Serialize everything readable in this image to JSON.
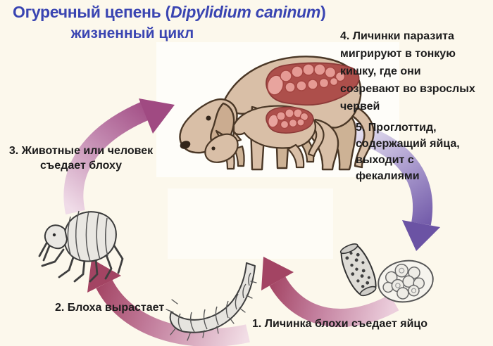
{
  "title": {
    "prefix": "Огуречный цепень (",
    "latin": "Dipylidium caninum",
    "suffix": ")",
    "subtitle": "жизненный цикл"
  },
  "steps": {
    "step1": "1. Личинка блохи съедает яйцо",
    "step2": "2. Блоха вырастает",
    "step3": "3. Животные или человек\nсъедает блоху",
    "step4": "4. Личинки паразита\nмигрируют в тонкую\nкишку, где они\nсозревают во взрослых\nчервей",
    "step5": "5. Проглоттид,\nсодержащий яйца,\nвыходит с\nфекалиями"
  },
  "figures": {
    "dog": "dog-host-illustration",
    "cat": "cat-host-illustration",
    "flea": "adult-flea-illustration",
    "larva": "flea-larva-illustration",
    "proglottid": "proglottid-illustration",
    "egg_packet": "egg-packet-illustration",
    "arrows": [
      "arrow-flea-to-host",
      "arrow-host-to-eggs",
      "arrow-eggs-to-larva",
      "arrow-larva-to-flea"
    ]
  },
  "colors": {
    "background": "#fcf8ec",
    "title_blue": "#3a45b2",
    "label_black": "#1c1c1c",
    "arrow_magenta_head": "#a04a82",
    "arrow_crimson_head": "#a34463",
    "arrow_purple_head": "#7058a8",
    "animal_tan": "#d9bfa7",
    "intestine_red": "#ad4f4b",
    "intestine_pink": "#e59a94"
  }
}
